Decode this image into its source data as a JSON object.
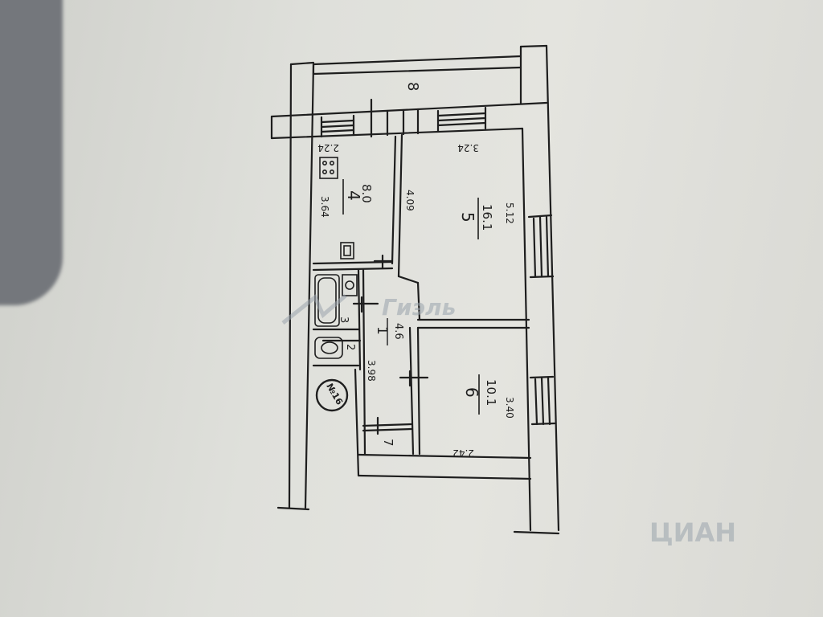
{
  "plan": {
    "rooms": [
      {
        "number": "1",
        "area": "4.6"
      },
      {
        "number": "2"
      },
      {
        "number": "3"
      },
      {
        "number": "4",
        "area": "8.0"
      },
      {
        "number": "5",
        "area": "16.1"
      },
      {
        "number": "6",
        "area": "10.1"
      },
      {
        "number": "7"
      },
      {
        "number": "8"
      }
    ],
    "dimensions": {
      "kitchen_width": "2.24",
      "kitchen_length": "3.64",
      "room5_width": "3.24",
      "room5_inner": "4.09",
      "room5_length": "5.12",
      "hall_length": "3.98",
      "room6_length": "3.40",
      "room6_width": "2.42"
    },
    "stamp": "№16",
    "watermark_logo": "Гиэль",
    "watermark_corner": "ЦИАН"
  },
  "colors": {
    "ink": "#1e1e1e",
    "paper": "#dfe0db"
  }
}
